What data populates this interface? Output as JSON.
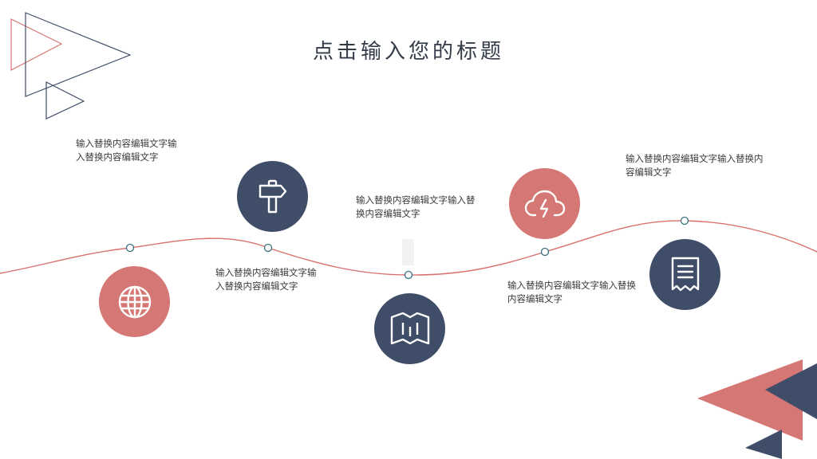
{
  "slide": {
    "title": "点击输入您的标题"
  },
  "colors": {
    "navy": "#3f4d68",
    "rose": "#d57774",
    "curve": "#d9706d",
    "dot_border": "#3a6f7c"
  },
  "timeline": {
    "items": [
      {
        "label": "输入替换内容编辑文字输入替换内容编辑文字",
        "icon": "globe-icon",
        "color": "rose"
      },
      {
        "label": "输入替换内容编辑文字输入替换内容编辑文字",
        "icon": "signpost-icon",
        "color": "navy"
      },
      {
        "label": "输入替换内容编辑文字输入替换内容编辑文字",
        "icon": "map-icon",
        "color": "navy"
      },
      {
        "label": "输入替换内容编辑文字输入替换内容编辑文字",
        "icon": "cloud-lightning-icon",
        "color": "rose"
      },
      {
        "label": "输入替换内容编辑文字输入替换内容编辑文字",
        "icon": "receipt-icon",
        "color": "navy"
      }
    ]
  }
}
